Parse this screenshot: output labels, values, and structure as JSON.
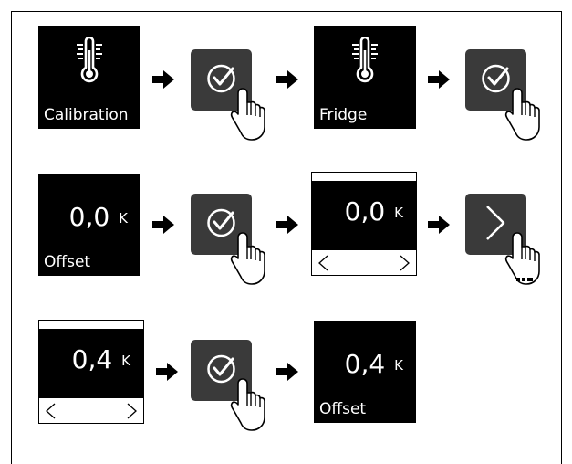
{
  "steps": {
    "calibration_label": "Calibration",
    "fridge_label": "Fridge",
    "offset_label_1": "Offset",
    "offset_value_1": "0,0",
    "offset_unit_1": "K",
    "edit_value_1": "0,0",
    "edit_unit_1": "K",
    "edit_value_2": "0,4",
    "edit_unit_2": "K",
    "final_value": "0,4",
    "final_unit": "K",
    "offset_label_2": "Offset"
  },
  "icons": {
    "thermometer": "thermometer-icon",
    "confirm": "check-circle-icon",
    "next": "chevron-right-icon",
    "hand": "pointing-hand-icon",
    "arrow": "arrow-right-icon"
  },
  "colors": {
    "screen": "#000000",
    "button": "#3a3a3a",
    "foreground": "#ffffff"
  }
}
